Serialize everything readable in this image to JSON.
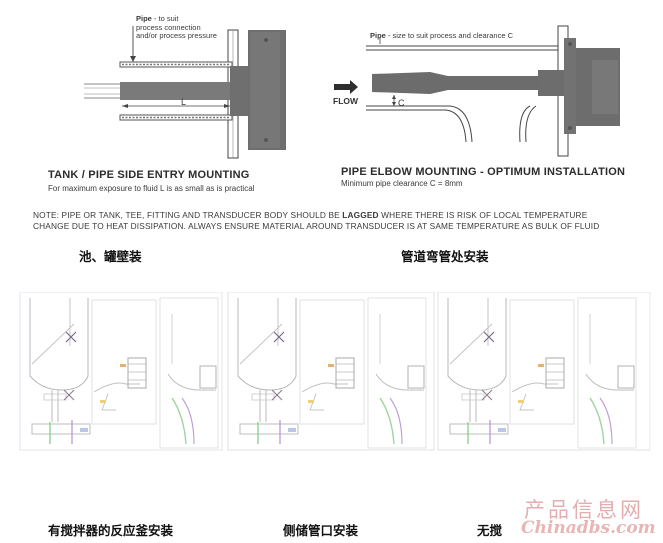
{
  "top_left": {
    "label_pipe_bold": "Pipe",
    "label_pipe_rest_1": " - to suit",
    "label_pipe_line2": "process connection",
    "label_pipe_line3": "and/or process pressure",
    "dim_L": "L",
    "heading": "TANK / PIPE SIDE ENTRY MOUNTING",
    "subheading": "For maximum exposure to fluid L is as small as is practical"
  },
  "top_right": {
    "label_pipe_bold": "Pipe",
    "label_pipe_rest": " - size to suit process and clearance C",
    "flow_label": "FLOW",
    "dim_C": "C",
    "heading": "PIPE ELBOW MOUNTING - OPTIMUM INSTALLATION",
    "subheading": "Minimum pipe clearance C = 8mm"
  },
  "note": {
    "line1_a": "NOTE:  PIPE OR TANK, TEE, FITTING AND TRANSDUCER BODY SHOULD BE ",
    "line1_bold": "LAGGED",
    "line1_b": " WHERE THERE IS RISK OF LOCAL TEMPERATURE",
    "line2": "CHANGE DUE TO HEAT DISSIPATION. ALWAYS ENSURE MATERIAL AROUND TRANSDUCER IS AT SAME TEMPERATURE AS BULK OF FLUID"
  },
  "captions": {
    "tank_wall": "池、罐壁装",
    "pipe_elbow": "管道弯管处安装",
    "reactor_with_stirrer": "有搅拌器的反应釜安装",
    "side_outlet": "侧储管口安装",
    "no_stirrer": "无搅"
  },
  "watermark": {
    "line1": "产品信息网",
    "line2": "Chinadbs.com"
  }
}
